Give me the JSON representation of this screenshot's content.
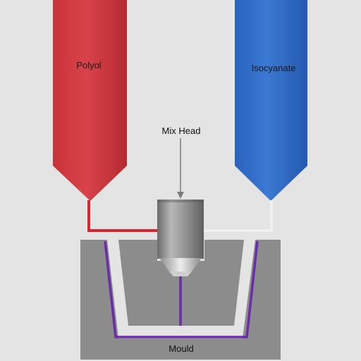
{
  "labels": {
    "polyol": "Polyol",
    "isocyanate": "Isocyanate",
    "mix_head": "Mix Head",
    "mould": "Mould"
  },
  "colors": {
    "background": "#e4e4e4",
    "polyol_tank": "#d03a40",
    "isocyanate_tank": "#2f6cc4",
    "polyol_pipe": "#d8262e",
    "isocyanate_pipe": "#f0f0f0",
    "mould": "#8c8c8c",
    "foam_line": "#6a2ca8",
    "mix_head_body": "#8a8a8a"
  }
}
